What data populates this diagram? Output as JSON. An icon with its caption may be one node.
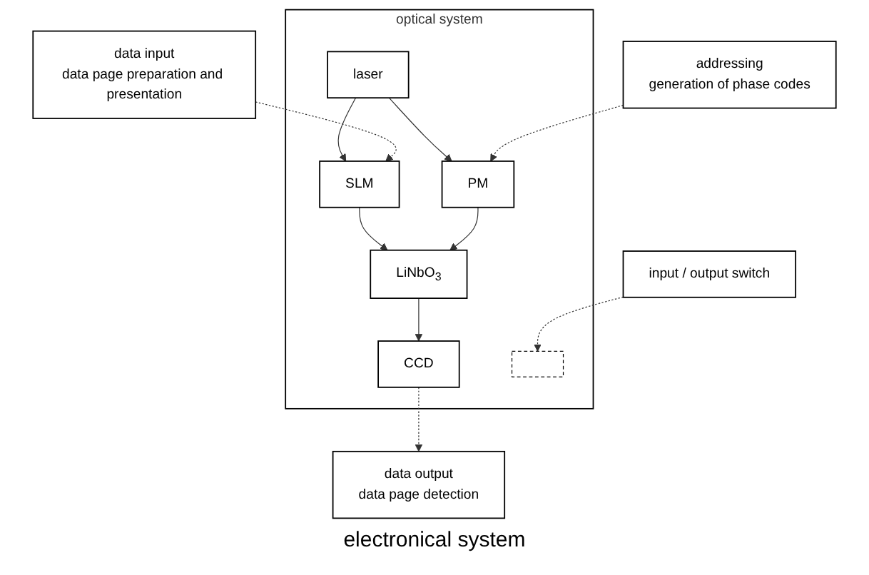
{
  "diagram": {
    "nodes": [
      {
        "text": [
          "optical system"
        ]
      },
      {
        "text": [
          "laser"
        ],
        "in": 0
      },
      {
        "text": [
          "SLM"
        ],
        "in": 0
      },
      {
        "text": [
          "LiNbO$_{3}$"
        ],
        "in": 0
      },
      {
        "text": [
          "CCD"
        ],
        "in": 0
      },
      {
        "text": [
          "PM"
        ],
        "in": 0
      },
      {
        "text": [],
        "shape": "bar",
        "in": 0
      },
      {
        "text": [
          "input / output switch"
        ]
      },
      {
        "text": [
          "data input",
          "data page preparation and presentation"
        ]
      },
      {
        "text": [
          "addressing",
          "generation of phase codes"
        ]
      },
      {
        "text": [
          "data output",
          "data page detection"
        ]
      }
    ],
    "edges": [
      {
        "from": 1,
        "to": 2,
        "arrow": "to"
      },
      {
        "from": 1,
        "to": 5,
        "arrow": "to"
      },
      {
        "from": 2,
        "to": 3,
        "arrow": "to"
      },
      {
        "from": 3,
        "to": 4,
        "arrow": "to"
      },
      {
        "from": 5,
        "to": 3,
        "arrow": "to"
      },
      {
        "from": 7,
        "to": 6,
        "arrow": "to",
        "style": "dashed"
      },
      {
        "from": 8,
        "to": 2,
        "arrow": "to",
        "style": "dashed"
      },
      {
        "from": 9,
        "to": 5,
        "arrow": "to",
        "style": "dashed"
      },
      {
        "from": 4,
        "to": 10,
        "arrow": "to",
        "style": "dashed"
      }
    ],
    "labels": [
      "electronical system"
    ]
  }
}
